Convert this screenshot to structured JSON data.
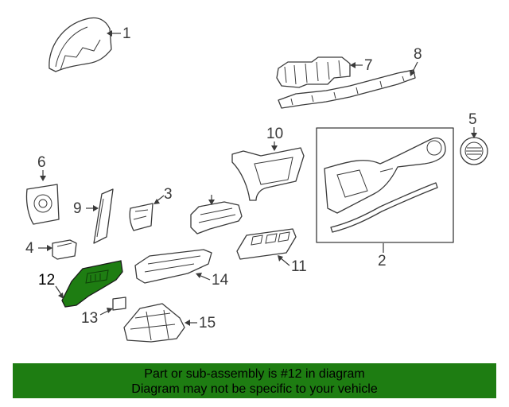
{
  "callouts": {
    "c1": "1",
    "c2": "2",
    "c3": "3",
    "c4": "4",
    "c5": "5",
    "c6": "6",
    "c7": "7",
    "c8": "8",
    "c9": "9",
    "c10": "10",
    "c11": "11",
    "c12": "12",
    "c13": "13",
    "c14": "14",
    "c15": "15"
  },
  "highlighted_part": "12",
  "colors": {
    "highlight": "#1e7d12",
    "line": "#3a3a3a",
    "banner": "#1e7d12"
  },
  "banner": {
    "line1": "Part or sub-assembly is #12 in diagram",
    "line2": "Diagram may not be specific to your vehicle"
  }
}
